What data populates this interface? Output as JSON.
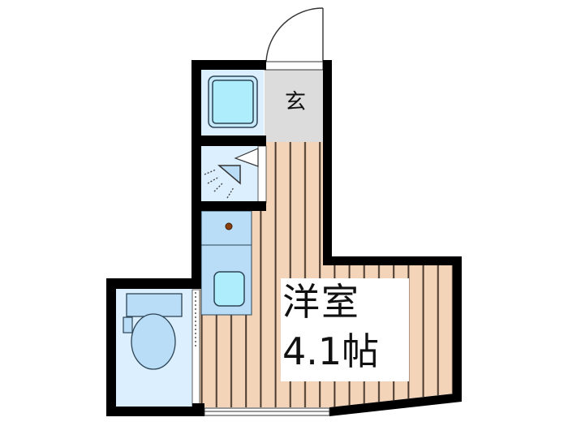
{
  "floor_plan": {
    "entrance": {
      "label": "玄"
    },
    "main_room": {
      "name": "洋室",
      "size": "4.1帖"
    },
    "rooms": [
      {
        "id": "bath",
        "type": "unit-bath",
        "fixture": "bathtub"
      },
      {
        "id": "washroom",
        "type": "shower-basin",
        "fixture": "shower"
      },
      {
        "id": "kitchen",
        "type": "kitchen",
        "fixture": "sink-stove"
      },
      {
        "id": "toilet",
        "type": "toilet",
        "fixture": "toilet"
      },
      {
        "id": "genkan",
        "type": "entrance"
      },
      {
        "id": "western-room",
        "type": "flooring"
      }
    ],
    "colors": {
      "wall": "#000000",
      "wet_area": "#dcefff",
      "fixture_blue": "#b9dcf7",
      "tub_blue": "#aeeefc",
      "floor": "#f4d4b8",
      "floor_line": "#4a3a2e",
      "entrance_gray": "#dcdcdc",
      "stove_dot": "#8b3f0c"
    }
  }
}
